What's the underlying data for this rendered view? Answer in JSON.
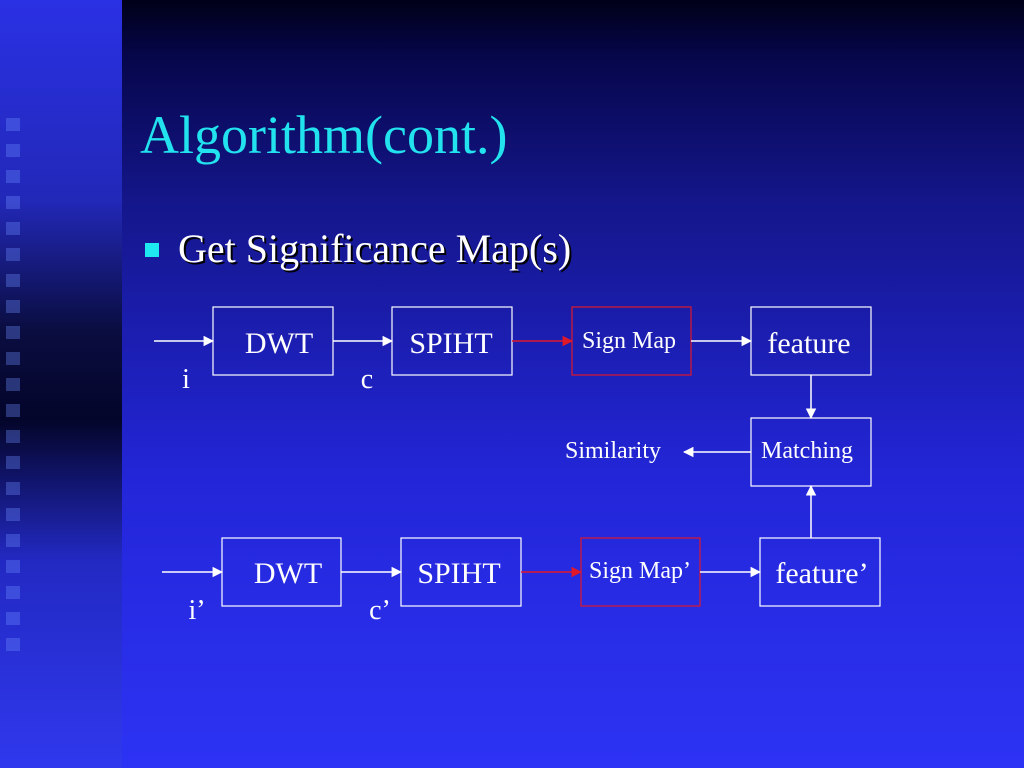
{
  "title": "Algorithm(cont.)",
  "bullet": "Get Significance Map(s)",
  "colors": {
    "title": "#22e2ee",
    "bullet_marker": "#1ee8f0",
    "text": "#ffffff",
    "box_border": "#ffffff",
    "sign_map_border": "#e0182a",
    "sign_arrow": "#e0182a"
  },
  "diagram": {
    "row1": {
      "dwt": "DWT",
      "spiht": "SPIHT",
      "sign_map": "Sign Map",
      "feature": "feature",
      "input_label": "i",
      "coef_label": "c"
    },
    "row2": {
      "dwt": "DWT",
      "spiht": "SPIHT",
      "sign_map": "Sign Map’",
      "feature": "feature’",
      "input_label": "i’",
      "coef_label": "c’"
    },
    "matching": "Matching",
    "similarity": "Similarity"
  }
}
